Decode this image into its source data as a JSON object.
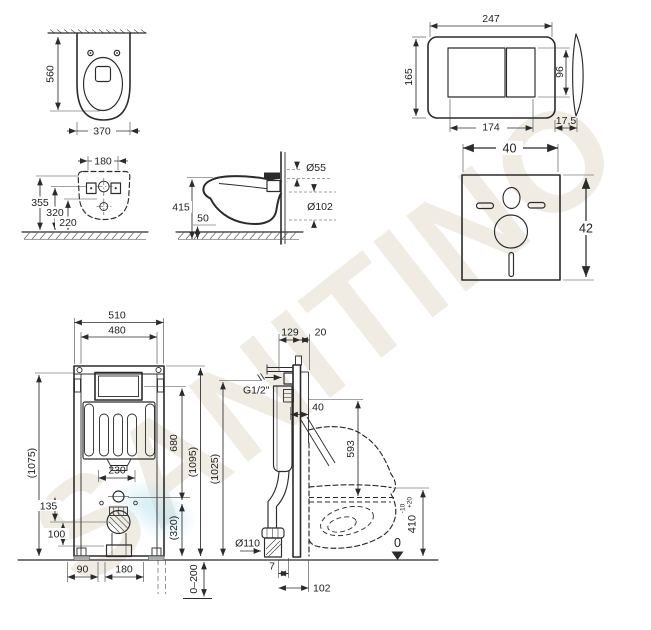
{
  "watermark": {
    "text": "SANITINO"
  },
  "colors": {
    "line": "#2b2b2b",
    "watermark": "#f0ece4",
    "foot_pad": "#a8adb0"
  },
  "views": {
    "top": {
      "h": "560",
      "w": "370"
    },
    "plate": {
      "w": "247",
      "h": "165",
      "bw": "174",
      "bh": "96",
      "t": "17,5"
    },
    "pad": {
      "w": "40",
      "h": "42"
    },
    "rear": {
      "spacing": "180",
      "d1": "355",
      "d2": "320",
      "d3": "220"
    },
    "side": {
      "h": "415",
      "gap": "50",
      "inlet": "Ø55",
      "outlet": "Ø102"
    },
    "frame_front": {
      "w_outer": "510",
      "w_inner": "480",
      "h_left": "(1075)",
      "h_panel": "680",
      "h_right": "(1095)",
      "w_drain": "230",
      "d_inlet": "135",
      "d_drain": "100",
      "h_drain": "(320)",
      "foot_a": "90",
      "foot_b": "180",
      "adjust": "0–200"
    },
    "frame_side": {
      "d1": "129",
      "d2": "20",
      "conn": "G1/2\"",
      "d3": "40",
      "h1": "593",
      "h2": "(1025)",
      "pipe": "Ø110",
      "g1": "7",
      "g2": "102",
      "seat_h": "410",
      "tol_p": "+20",
      "tol_m": "-10",
      "datum": "0"
    }
  }
}
